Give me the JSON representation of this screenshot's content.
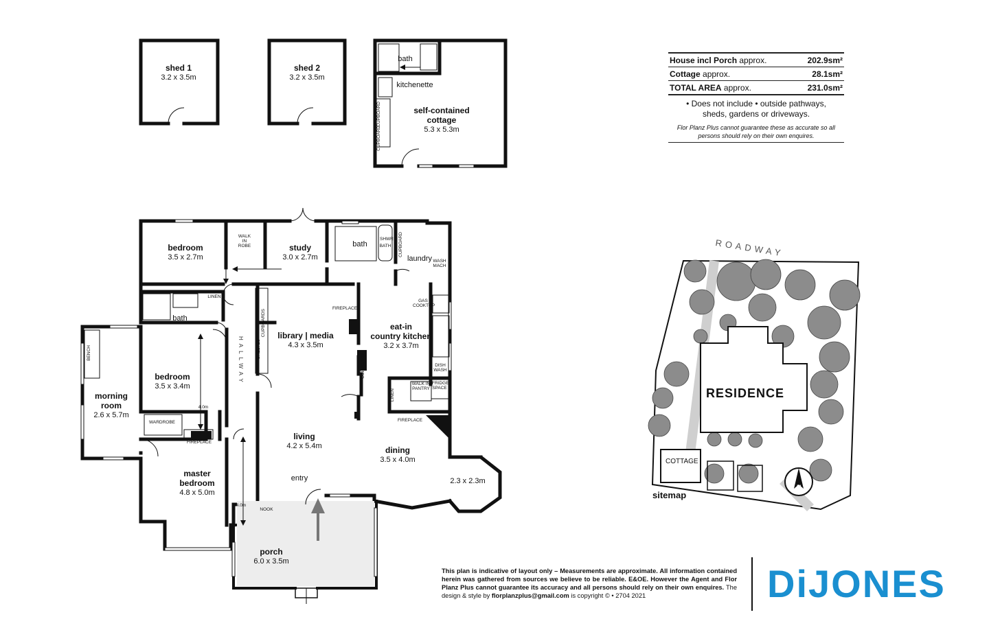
{
  "rooms": {
    "shed1": {
      "name": "shed 1",
      "dim": "3.2 x 3.5m"
    },
    "shed2": {
      "name": "shed 2",
      "dim": "3.2 x 3.5m"
    },
    "cottage": {
      "name1": "self-contained",
      "name2": "cottage",
      "dim": "5.3 x 5.3m"
    },
    "cottage_bath": "bath",
    "kitchenette": "kitchenette",
    "bedroom_top": {
      "name": "bedroom",
      "dim": "3.5 x 2.7m"
    },
    "study": {
      "name": "study",
      "dim": "3.0 x 2.7m"
    },
    "bath_top": "bath",
    "laundry": "laundry",
    "bath_mid": "bath",
    "library": {
      "name": "library | media",
      "dim": "4.3 x 3.5m"
    },
    "kitchen": {
      "name1": "eat-in",
      "name2": "country kitchen",
      "dim": "3.2 x 3.7m"
    },
    "morning": {
      "name1": "morning",
      "name2": "room",
      "dim": "2.6 x 5.7m"
    },
    "bedroom_mid": {
      "name": "bedroom",
      "dim": "3.5 x 3.4m"
    },
    "living": {
      "name": "living",
      "dim": "4.2 x 5.4m"
    },
    "dining": {
      "name": "dining",
      "dim": "3.5 x 4.0m"
    },
    "bay": {
      "dim": "2.3 x 2.3m"
    },
    "master": {
      "name1": "master",
      "name2": "bedroom",
      "dim": "4.8 x 5.0m"
    },
    "entry": "entry",
    "porch": {
      "name": "porch",
      "dim": "6.0 x 3.5m"
    }
  },
  "labels": {
    "walk_in_robe": "WALK IN ROBE",
    "shwr": "SHWR",
    "bath_small": "BATH",
    "cupboard": "CUPBOARD",
    "wash_mach": "WASH MACH",
    "linen": "LINEN",
    "fireplace": "FIREPLACE",
    "gas_cooktop": "GAS COOKTOP",
    "dish_wash": "DISH WASH",
    "fridge_space": "FRIDGE SPACE",
    "walk_in_pantry": "WALK IN PANTRY",
    "shelves": "SHELVES",
    "cupboards": "CUPBOARDS",
    "bench": "BENCH",
    "wardrobe": "WARDROBE",
    "hallway": "HALLWAY",
    "nook": "NOOK",
    "dim_40a": "4.0m",
    "dim_40b": "4.0m"
  },
  "areas": {
    "rows": [
      {
        "key": "House incl Porch",
        "suffix": "approx.",
        "value": "202.9sm²"
      },
      {
        "key": "Cottage",
        "suffix": "approx.",
        "value": "28.1sm²"
      },
      {
        "key": "TOTAL AREA",
        "suffix": "approx.",
        "value": "231.0sm²"
      }
    ],
    "note1": "• Does not include  •  outside pathways, sheds, gardens or driveways.",
    "note2": "Flor Planz Plus cannot guarantee these as accurate so all persons should rely on their own enquires."
  },
  "sitemap": {
    "roadway": "ROADWAY",
    "residence": "RESIDENCE",
    "cottage": "COTTAGE",
    "label": "sitemap",
    "north": "N"
  },
  "disclaimer": {
    "text": "This plan is indicative of layout only  –  Measurements are approximate. All information contained herein was gathered from sources we believe to be reliable. E&OE. However the Agent and Flor Planz Plus cannot guarantee its accuracy and all persons should rely on their own enquires.",
    "by_prefix": "The design & style by",
    "email": "florplanzplus@gmail.com",
    "by_suffix": "is copyright ©  •  2704  2021"
  },
  "brand": {
    "name": "DiJONES",
    "color": "#1a8fd0"
  },
  "colors": {
    "wall": "#111111",
    "tree": "#8c8c8c",
    "path": "#cfcfcf",
    "porch_fill": "#ededed",
    "arrow": "#777777"
  }
}
